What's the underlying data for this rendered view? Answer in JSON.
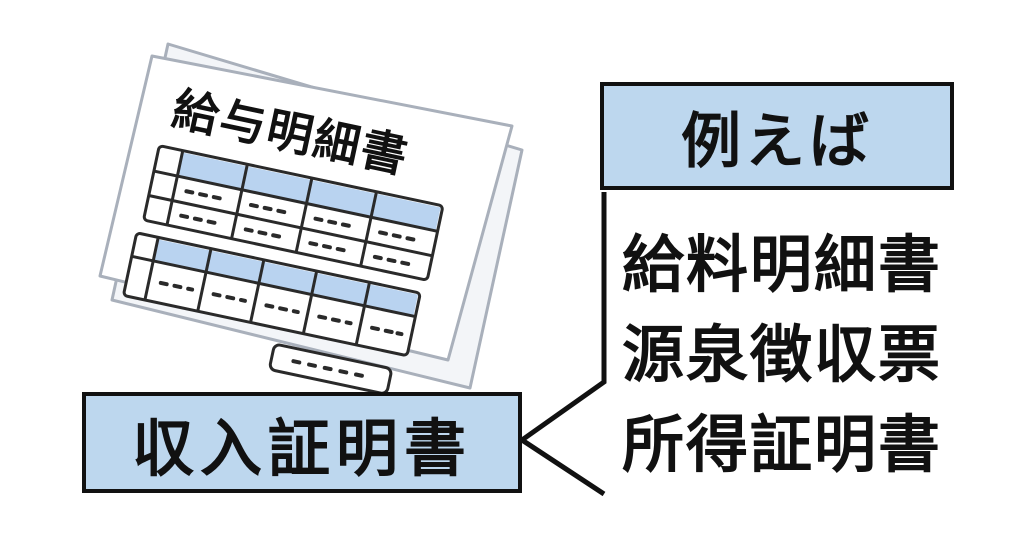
{
  "illustration": {
    "document_title": "給与明細書"
  },
  "income_box": {
    "label": "収入証明書"
  },
  "example_box": {
    "label": "例えば"
  },
  "examples": [
    "給料明細書",
    "源泉徴収票",
    "所得証明書"
  ],
  "colors": {
    "box_fill": "#bdd7ee",
    "outline": "#111111",
    "paper_shadow": "#eef0f4",
    "table_header": "#b9d3f0"
  }
}
